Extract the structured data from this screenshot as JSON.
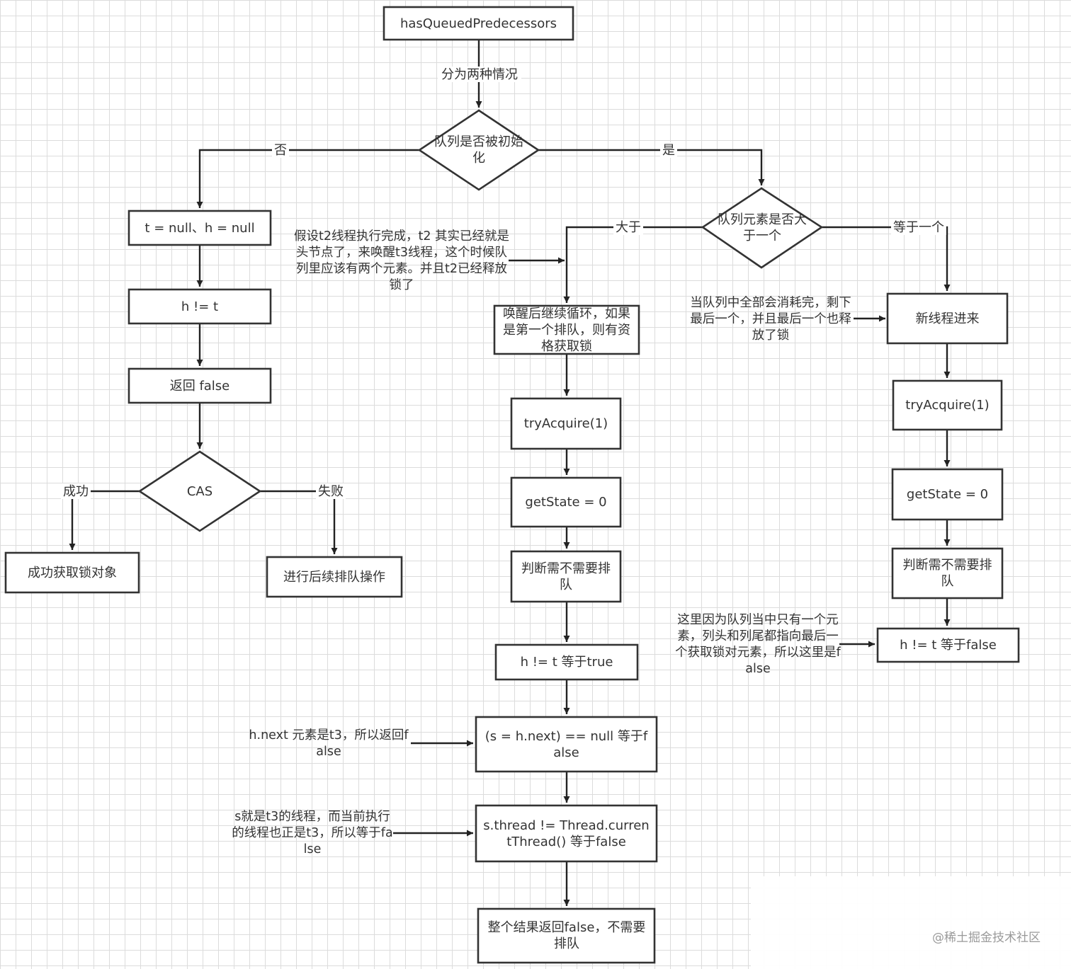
{
  "nodes": {
    "start": "hasQueuedPredecessors",
    "is_initialized": "队列是否被初始化",
    "set_null": "t = null、h = null",
    "h_ne_t_left": "h != t",
    "return_false_left": "返回 false",
    "cas": "CAS",
    "cas_success": "成功获取锁对象",
    "cas_fail": "进行后续排队操作",
    "more_than_one": "队列元素是否大于一个",
    "wake_loop": "唤醒后继续循环，如果是第一个排队，则有资格获取锁",
    "try_acquire_mid": "tryAcquire(1)",
    "get_state_mid": "getState = 0",
    "judge_mid": "判断需不需要排队",
    "h_ne_t_true": "h != t 等于true",
    "s_next_null": "(s = h.next) == null 等于false",
    "thread_check": "s.thread != Thread.currentThread() 等于false",
    "final_result": "整个结果返回false，不需要排队",
    "new_thread": "新线程进来",
    "try_acquire_right": "tryAcquire(1)",
    "get_state_right": "getState = 0",
    "judge_right": "判断需不需要排队",
    "h_ne_t_false": "h != t 等于false"
  },
  "edge_labels": {
    "split": "分为两种情况",
    "no": "否",
    "yes": "是",
    "greater": "大于",
    "equal_one": "等于一个",
    "success": "成功",
    "fail": "失败"
  },
  "notes": {
    "t2_done": "假设t2线程执行完成，t2 其实已经就是头节点了，来唤醒t3线程，这个时候队列里应该有两个元素。并且t2已经释放锁了",
    "queue_consumed": "当队列中全部会消耗完，剩下最后一个，并且最后一个也释放了锁",
    "only_one": "这里因为队列当中只有一个元素，列头和列尾都指向最后一个获取锁对元素，所以这里是false",
    "hnext_t3": "h.next 元素是t3，所以返回false",
    "s_is_t3": "s就是t3的线程，而当前执行的线程也正是t3，所以等于false"
  },
  "watermark": "@稀土掘金技术社区"
}
